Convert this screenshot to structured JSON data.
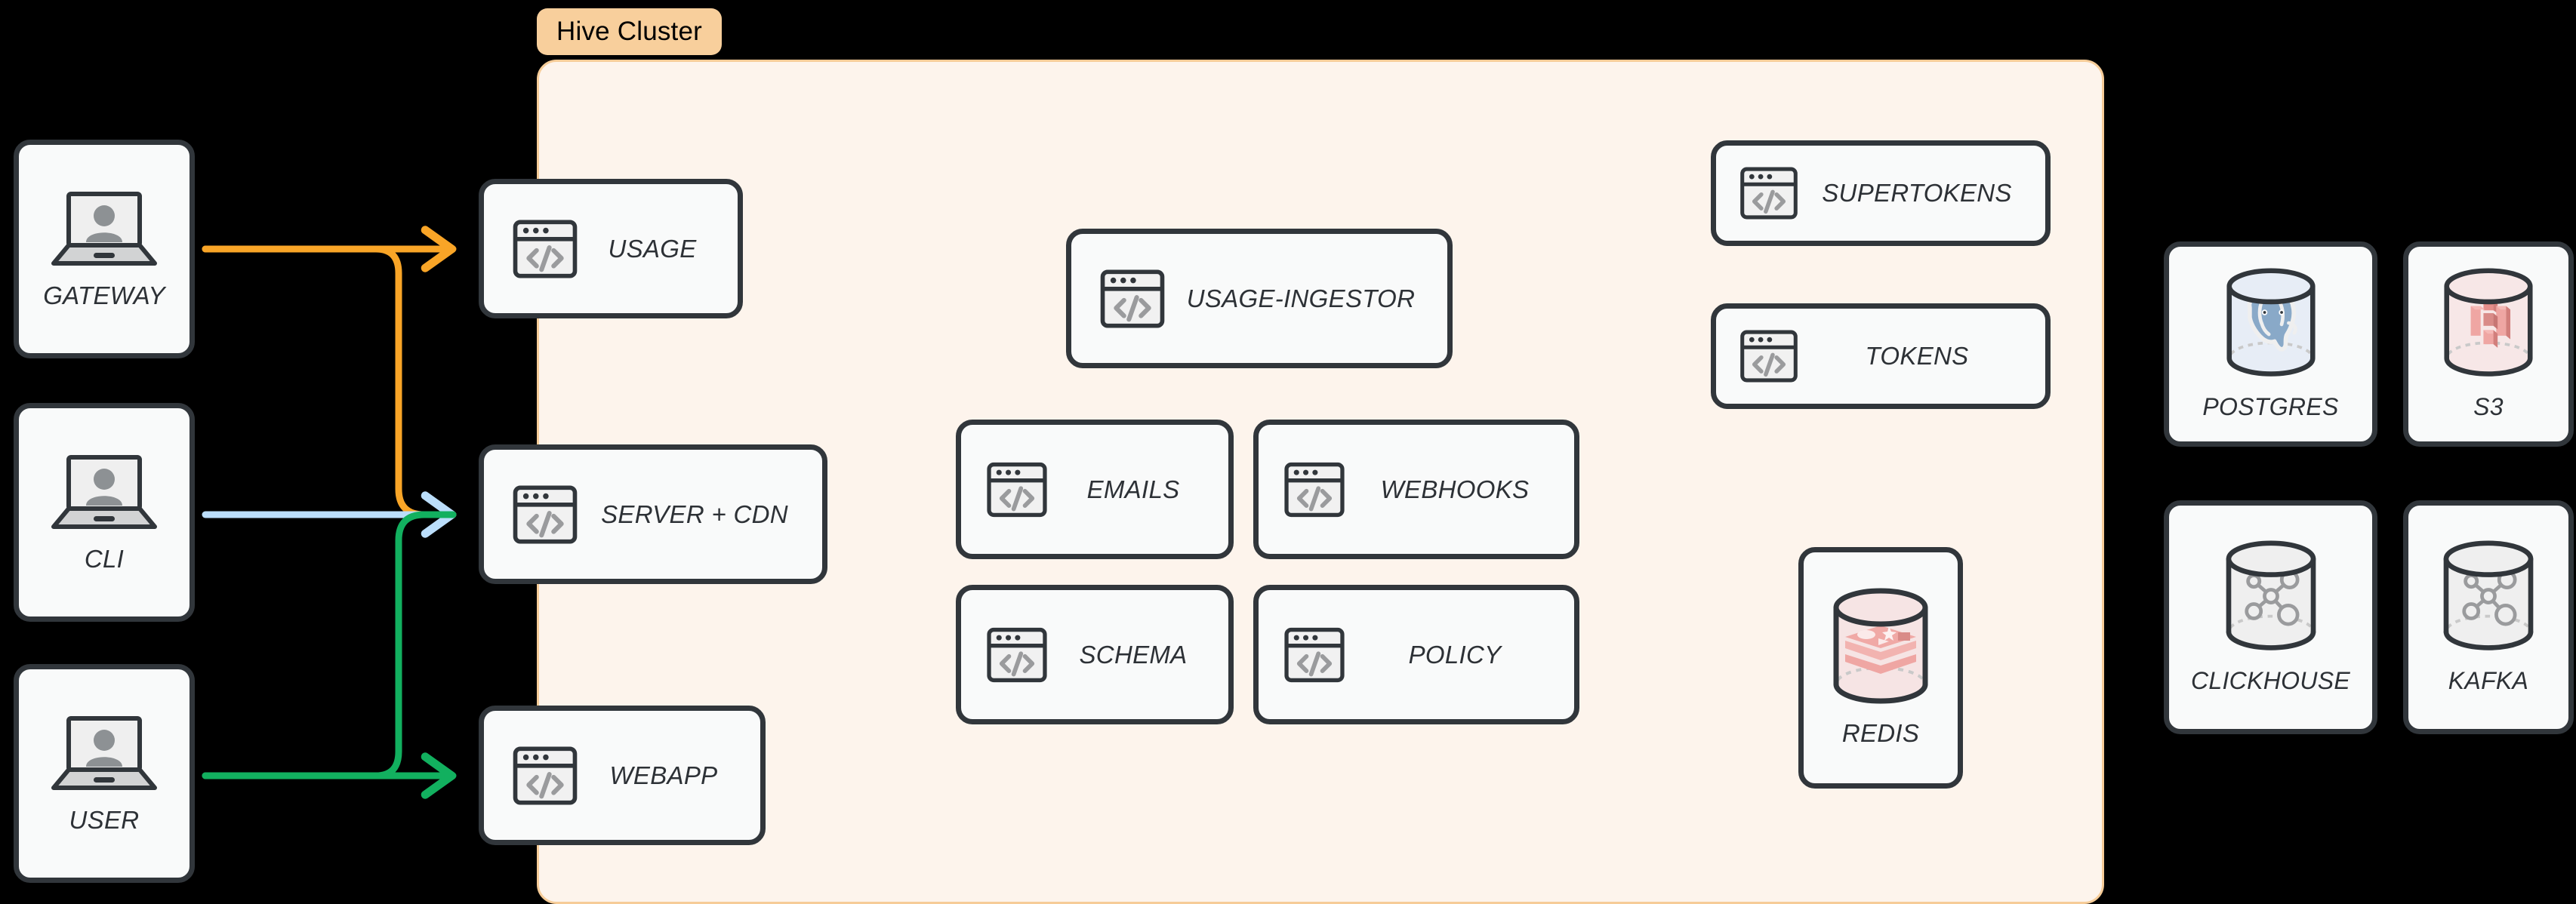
{
  "diagram": {
    "title": "Hive Cluster architecture",
    "background_color": "#000000"
  },
  "cluster": {
    "badge_label": "Hive Cluster",
    "badge_bg": "#F8CF9C",
    "panel_bg": "#FDF4EC",
    "panel_border": "#F6CC98"
  },
  "clients": [
    {
      "label": "GATEWAY",
      "icon": "laptop-user-icon"
    },
    {
      "label": "CLI",
      "icon": "laptop-user-icon"
    },
    {
      "label": "USER",
      "icon": "laptop-user-icon"
    }
  ],
  "edge_services": [
    {
      "label": "USAGE",
      "icon": "code-window-icon"
    },
    {
      "label": "SERVER + CDN",
      "icon": "code-window-icon"
    },
    {
      "label": "WEBAPP",
      "icon": "code-window-icon"
    }
  ],
  "core_services": [
    {
      "label": "USAGE-INGESTOR",
      "icon": "code-window-icon"
    },
    {
      "label": "EMAILS",
      "icon": "code-window-icon"
    },
    {
      "label": "WEBHOOKS",
      "icon": "code-window-icon"
    },
    {
      "label": "SCHEMA",
      "icon": "code-window-icon"
    },
    {
      "label": "POLICY",
      "icon": "code-window-icon"
    }
  ],
  "auth_services": [
    {
      "label": "SUPERTOKENS",
      "icon": "code-window-icon"
    },
    {
      "label": "TOKENS",
      "icon": "code-window-icon"
    }
  ],
  "cluster_datastores": [
    {
      "label": "REDIS",
      "icon": "redis-cylinder-icon",
      "accent": "#EE9D9B"
    }
  ],
  "external_datastores": [
    {
      "label": "POSTGRES",
      "icon": "postgres-cylinder-icon",
      "accent": "#7FA6C9"
    },
    {
      "label": "S3",
      "icon": "s3-cylinder-icon",
      "accent": "#E79490"
    },
    {
      "label": "CLICKHOUSE",
      "icon": "graph-cylinder-icon",
      "accent": "#9AA0A4"
    },
    {
      "label": "KAFKA",
      "icon": "graph-cylinder-icon",
      "accent": "#9AA0A4"
    }
  ],
  "connections": [
    {
      "from": "GATEWAY",
      "to": "USAGE",
      "color": "#F9A527"
    },
    {
      "from": "GATEWAY",
      "to": "SERVER + CDN",
      "color": "#F9A527"
    },
    {
      "from": "CLI",
      "to": "SERVER + CDN",
      "color": "#BBDEFB"
    },
    {
      "from": "USER",
      "to": "SERVER + CDN",
      "color": "#12B05F"
    },
    {
      "from": "USER",
      "to": "WEBAPP",
      "color": "#12B05F"
    }
  ],
  "colors": {
    "orange": "#F9A527",
    "light_blue": "#BBDEFB",
    "green": "#12B05F",
    "node_border": "#31363B",
    "node_fill": "#F9FAFA",
    "text": "#2D3136"
  }
}
